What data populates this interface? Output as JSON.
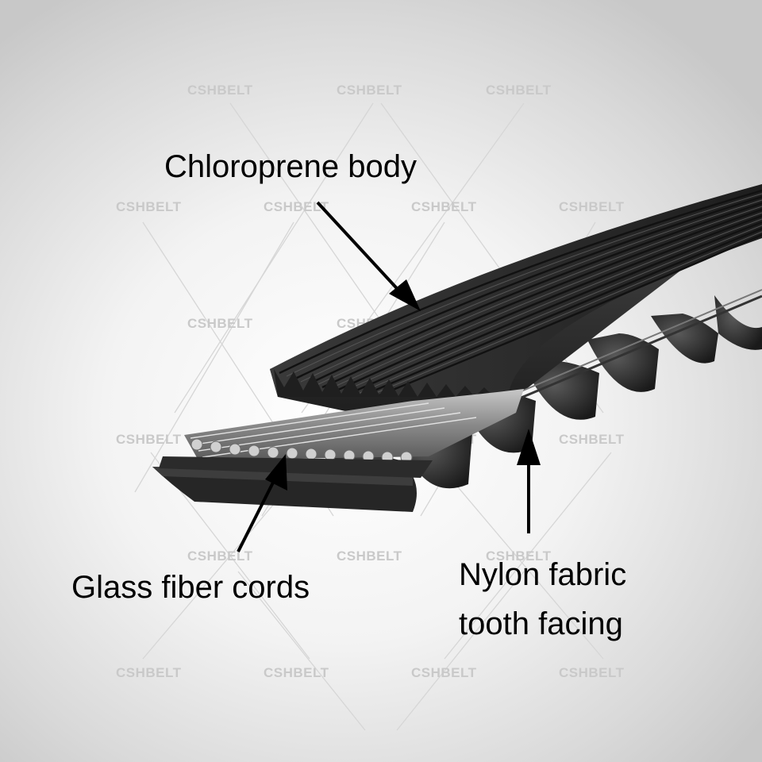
{
  "labels": {
    "chloroprene_body": "Chloroprene body",
    "glass_fiber_cords": "Glass fiber cords",
    "nylon_line1": "Nylon fabric",
    "nylon_line2": "tooth facing"
  },
  "watermark": "CSHBELT",
  "colors": {
    "belt_body": "#2a2a2a",
    "belt_edge": "#1a1a1a",
    "cords": "#9a9a9a",
    "text": "#000000",
    "arrow": "#000000"
  }
}
